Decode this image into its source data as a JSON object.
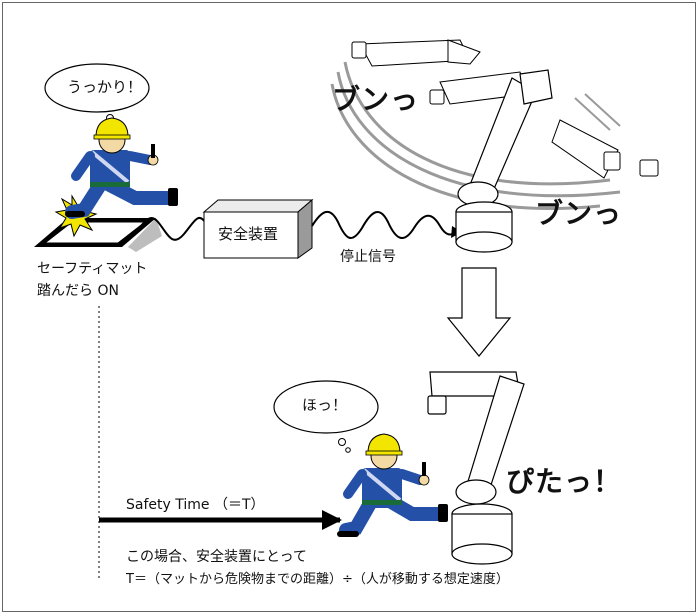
{
  "bubbles": {
    "oops": "うっかり！",
    "relief": "ほっ！"
  },
  "safety_device_label": "安全装置",
  "mat_caption": {
    "line1": "セーフティマット",
    "line2": "踏んだら ON"
  },
  "stop_signal_label": "停止信号",
  "sound_effects": {
    "swing_top": "ブンっ",
    "swing_bottom": "ブンっ",
    "stop": "ぴたっ！"
  },
  "safety_time_label": "Safety Time （＝T）",
  "formula": {
    "line1": "この場合、安全装置にとって",
    "line2": "T＝（マットから危険物までの距離）÷（人が移動する想定速度）"
  },
  "colors": {
    "helmet": "#f2e600",
    "uniform": "#2450a8",
    "flash": "#f2e600",
    "line": "#000000"
  }
}
